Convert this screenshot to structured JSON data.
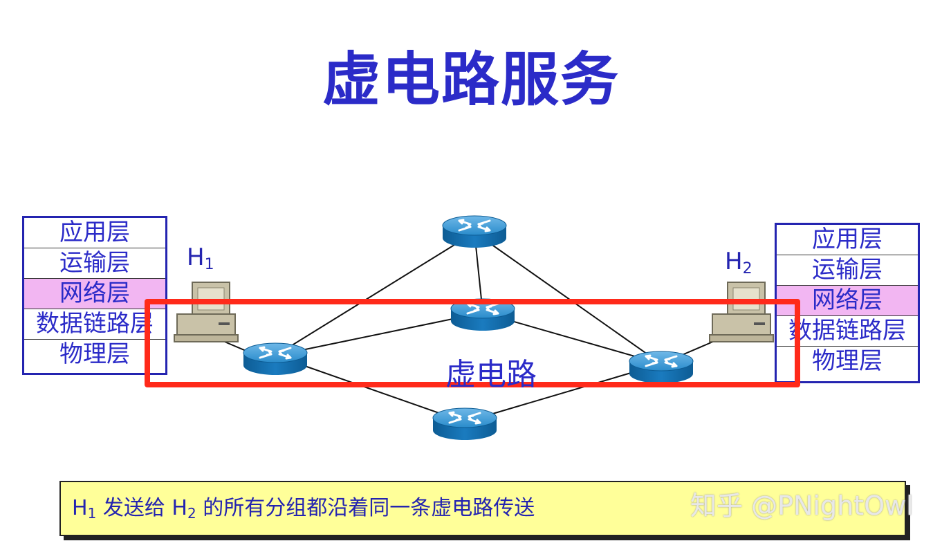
{
  "title": "虚电路服务",
  "left_stack": {
    "layers": [
      "应用层",
      "运输层",
      "网络层",
      "数据链路层",
      "物理层"
    ],
    "highlighted": "网络层"
  },
  "right_stack": {
    "layers": [
      "应用层",
      "运输层",
      "网络层",
      "数据链路层",
      "物理层"
    ],
    "highlighted": "网络层"
  },
  "host1": {
    "letter": "H",
    "sub": "1"
  },
  "host2": {
    "letter": "H",
    "sub": "2"
  },
  "virtual_circuit_label": "虚电路",
  "caption": {
    "h1": "H",
    "h1_sub": "1",
    "mid": " 发送给 ",
    "h2": "H",
    "h2_sub": "2",
    "rest": " 的所有分组都沿着同一条虚电路传送"
  },
  "watermark": "知乎 @PNightOwl",
  "colors": {
    "title": "#2b2bc8",
    "circuit_box": "#ff2a1a",
    "network_layer_highlight": "#f2b6f2",
    "caption_bg": "#ffff99",
    "router": "#1a7bbf"
  }
}
